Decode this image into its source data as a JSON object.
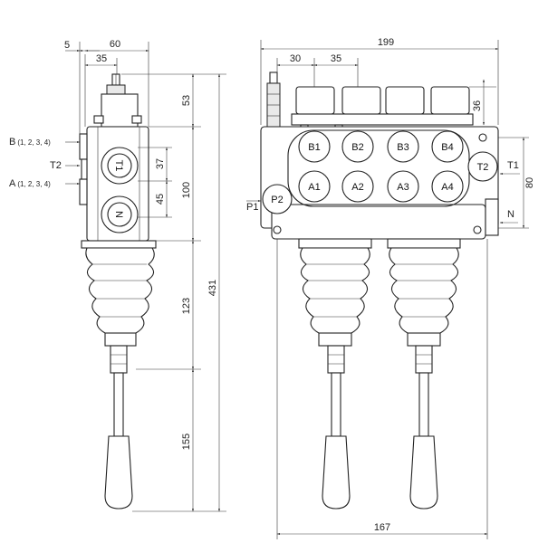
{
  "left_view": {
    "dimensions": {
      "offset": "5",
      "width": "60",
      "spool_offset": "35",
      "top_height": "53",
      "port_spacing": "37",
      "port_offset": "45",
      "body_height": "100",
      "boot_height": "123",
      "lever_height": "155",
      "total_height": "431"
    },
    "side_labels": {
      "b_letter": "B",
      "b_sub": "(1, 2, 3, 4)",
      "t2": "T2",
      "a_letter": "A",
      "a_sub": "(1, 2, 3, 4)"
    },
    "ports": [
      "T1",
      "N"
    ]
  },
  "front_view": {
    "dimensions": {
      "total_width": "199",
      "first_offset": "30",
      "section_pitch": "35",
      "cap_height": "36",
      "body_height": "80",
      "lever_spacing": "167"
    },
    "ports_top": [
      "B1",
      "B2",
      "B3",
      "B4"
    ],
    "ports_bottom": [
      "A1",
      "A2",
      "A3",
      "A4"
    ],
    "port_p2": "P2",
    "port_t2": "T2",
    "label_p1": "P1",
    "label_t1": "T1",
    "label_n": "N"
  }
}
